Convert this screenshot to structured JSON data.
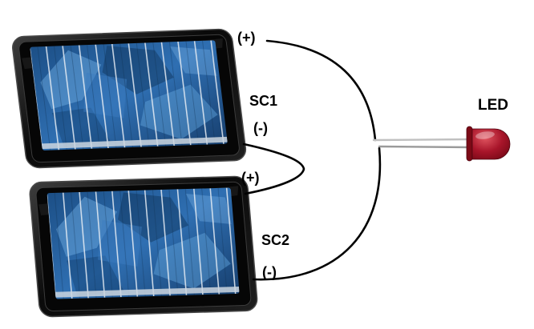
{
  "labels": {
    "sc1_plus": "(+)",
    "sc1_name": "SC1",
    "sc1_minus": "(-)",
    "sc2_plus": "(+)",
    "sc2_name": "SC2",
    "sc2_minus": "(-)",
    "led": "LED"
  },
  "colors": {
    "wire": "#000000",
    "panel_frame": "#0a0a0a",
    "cell_blue": "#2f6fb2",
    "led_red": "#a01020",
    "lead_silver": "#b9b9b9",
    "background": "#ffffff"
  }
}
